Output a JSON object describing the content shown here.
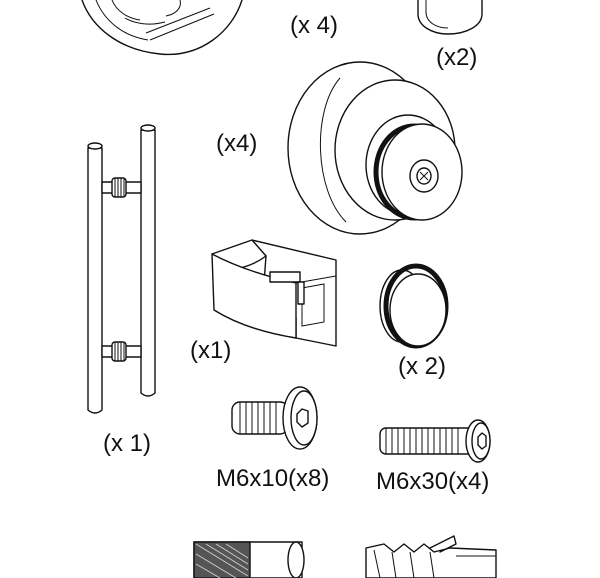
{
  "labels": {
    "qty_top_part": "(x 4)",
    "qty_small_cylinder": "(x2)",
    "qty_roller": "(x4)",
    "qty_handle": "(x 1)",
    "qty_glass_clamp": "(x1)",
    "qty_cap": "(x 2)",
    "screw_short": "M6x10(x8)",
    "screw_long": "M6x30(x4)"
  },
  "colors": {
    "line": "#111111",
    "background": "#ffffff"
  }
}
